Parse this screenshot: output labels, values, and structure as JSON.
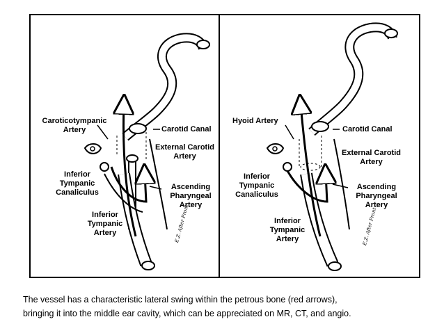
{
  "left_panel": {
    "labels": {
      "caroticotympanic": [
        "Caroticotympanic",
        "Artery"
      ],
      "carotid_canal": "Carotid Canal",
      "external_carotid": [
        "External Carotid",
        "Artery"
      ],
      "inferior_tympanic_canaliculus": [
        "Inferior",
        "Tympanic",
        "Canaliculus"
      ],
      "ascending_pharyngeal": [
        "Ascending",
        "Pharyngeal",
        "Artery"
      ],
      "inferior_tympanic_artery": [
        "Inferior",
        "Tympanic",
        "Artery"
      ]
    },
    "signature": "E.Z. After Pront"
  },
  "right_panel": {
    "labels": {
      "hyoid": "Hyoid Artery",
      "carotid_canal": "Carotid Canal",
      "external_carotid": [
        "External Carotid",
        "Artery"
      ],
      "inferior_tympanic_canaliculus": [
        "Inferior",
        "Tympanic",
        "Canaliculus"
      ],
      "ascending_pharyngeal": [
        "Ascending",
        "Pharyngeal",
        "Artery"
      ],
      "inferior_tympanic_artery": [
        "Inferior",
        "Tympanic",
        "Artery"
      ]
    },
    "signature": "E.Z. After Pront"
  },
  "caption": {
    "line1": "The vessel has a characteristic lateral swing within the petrous bone (red arrows),",
    "line2": "bringing it into the middle ear cavity, which can be appreciated on MR, CT, and angio."
  }
}
